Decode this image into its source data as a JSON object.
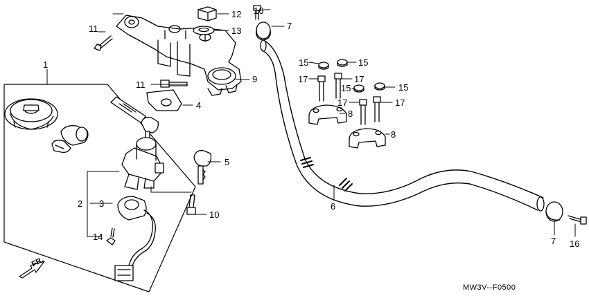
{
  "diagram": {
    "figure_code": "MW3V--F0500",
    "front_marker": "FR.",
    "callouts": {
      "c1": "1",
      "c2": "2",
      "c3": "3",
      "c4": "4",
      "c5": "5",
      "c6": "6",
      "c7a": "7",
      "c7b": "7",
      "c8a": "8",
      "c8b": "8",
      "c9": "9",
      "c10": "10",
      "c11a": "11",
      "c11b": "11",
      "c12": "12",
      "c13": "13",
      "c14": "14",
      "c15a": "15",
      "c15b": "15",
      "c15c": "15",
      "c15d": "15",
      "c16a": "16",
      "c16b": "16",
      "c17a": "17",
      "c17b": "17",
      "c17c": "17",
      "c17d": "17"
    }
  }
}
